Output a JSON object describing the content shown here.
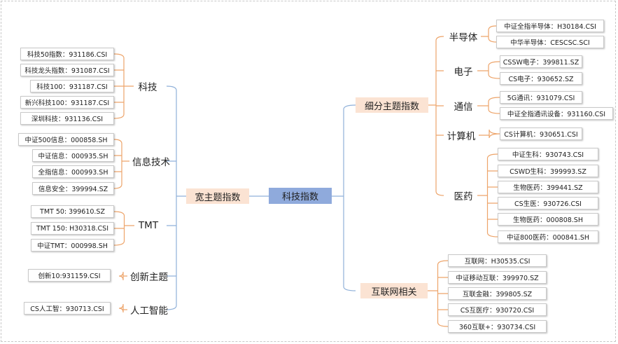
{
  "colors": {
    "root_bg": "#8faadc",
    "main_bg": "#fbe3d3",
    "left_branch_line": "#8fb0d9",
    "right_branch_line": "#8fb0d9",
    "leaf_bracket": "#eda46a"
  },
  "root": "科技指数",
  "left": {
    "main": "宽主题指数",
    "groups": [
      {
        "name": "科技",
        "items": [
          "科技50指数：931186.CSI",
          "科技龙头指数：931087.CSI",
          "科技100：931187.CSI",
          "新兴科技100：931187.CSI",
          "深圳科技：931136.CSI"
        ]
      },
      {
        "name": "信息技术",
        "items": [
          "中证500信息：000858.SH",
          "中证信息：000935.SH",
          "全指信息：000993.SH",
          "信息安全：399994.SZ"
        ]
      },
      {
        "name": "TMT",
        "items": [
          "TMT 50: 399610.SZ",
          "TMT 150: H30318.CSI",
          "中证TMT：000998.SH"
        ]
      },
      {
        "name": "创新主题",
        "items": [
          "创新10:931159.CSI"
        ]
      },
      {
        "name": "人工智能",
        "items": [
          "CS人工智：930713.CSI"
        ]
      }
    ]
  },
  "right": {
    "sub": {
      "main": "细分主题指数",
      "groups": [
        {
          "name": "半导体",
          "items": [
            "中证全指半导体：H30184.CSI",
            "中华半导体：CESCSC.SCI"
          ]
        },
        {
          "name": "电子",
          "items": [
            "CSSW电子：399811.SZ",
            "CS电子：930652.SZ"
          ]
        },
        {
          "name": "通信",
          "items": [
            "5G通讯：931079.CSI",
            "中证全指通讯设备：931160.CSI"
          ]
        },
        {
          "name": "计算机",
          "items": [
            "CS计算机：930651.CSI"
          ]
        },
        {
          "name": "医药",
          "items": [
            "中证生科：930743.CSI",
            "CSWD生科：399993.SZ",
            "生物医药：399441.SZ",
            "CS生医：930726.CSI",
            "生物医药：000808.SH",
            "中证800医药：000841.SH"
          ]
        }
      ]
    },
    "internet": {
      "main": "互联网相关",
      "items": [
        "互联网：H30535.CSI",
        "中证移动互联：399970.SZ",
        "互联金融：399805.SZ",
        "CS互医疗：930720.CSI",
        "360互联+：930734.CSI"
      ]
    }
  }
}
